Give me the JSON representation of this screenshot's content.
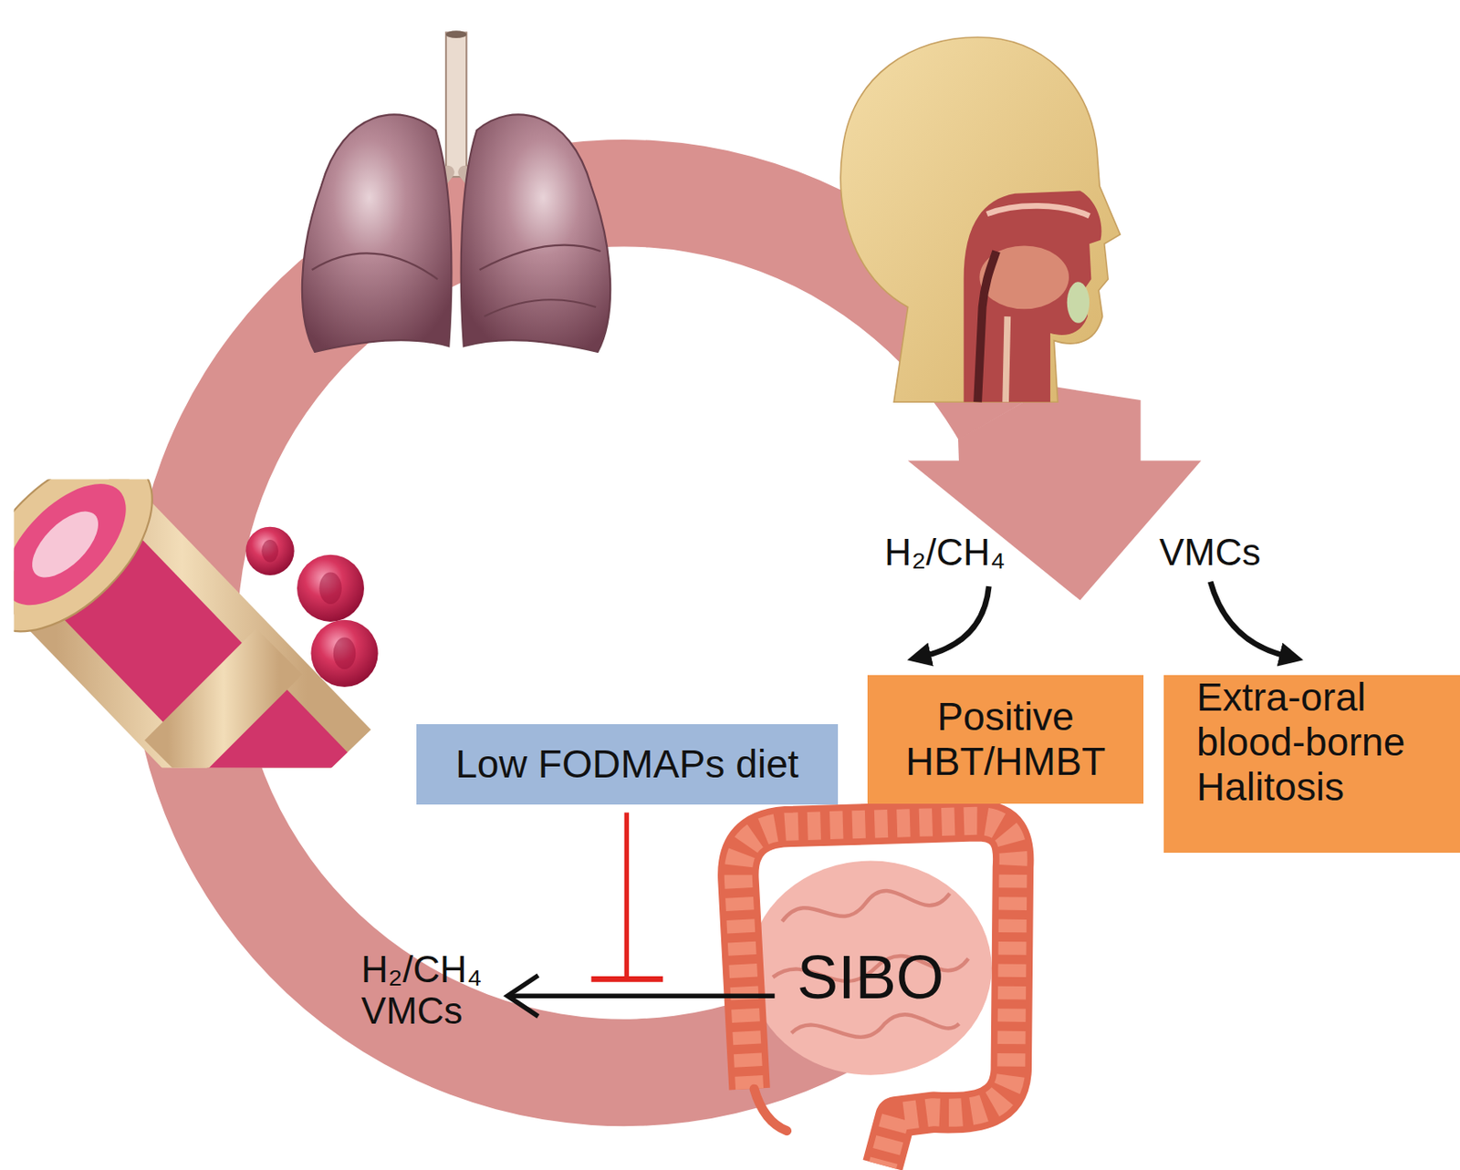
{
  "diagram": {
    "nodes": [
      {
        "text": [
          "Low FODMAPs diet"
        ]
      },
      {
        "text": [
          "Positive HBT/HMBT"
        ]
      },
      {
        "text": [
          "Extra-oral blood-borne Halitosis"
        ]
      },
      {
        "text": [
          "SIBO"
        ]
      }
    ],
    "labels": [
      "H₂/CH₄",
      "VMCs",
      "H₂/CH₄ VMCs"
    ]
  }
}
